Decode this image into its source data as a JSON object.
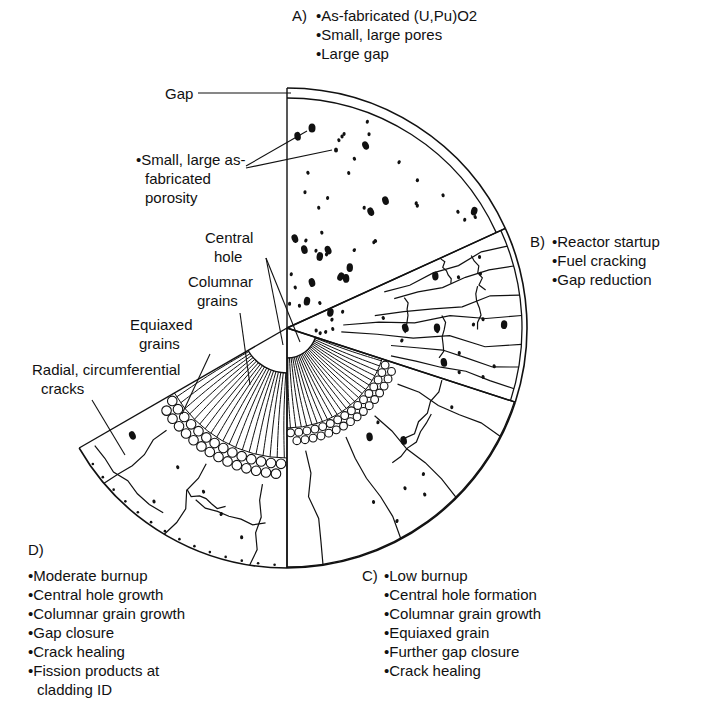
{
  "diagram": {
    "labels": [
      "A)",
      "•As-fabricated (U,Pu)O2",
      "•Small, large pores",
      "•Large gap",
      "Gap",
      "•Small, large as-fabricated porosity",
      "Central hole",
      "Columnar grains",
      "Equiaxed grains",
      "Radial, circumferential cracks",
      "B)",
      "•Reactor startup",
      "•Fuel cracking",
      "•Gap reduction",
      "C)",
      "•Low burnup",
      "•Central hole formation",
      "•Columnar grain growth",
      "•Equiaxed grain",
      "•Further gap closure",
      "•Crack healing",
      "D)",
      "•Moderate burnup",
      "•Central hole growth",
      "•Columnar grain growth",
      "•Gap closure",
      "•Crack healing",
      "•Fission products at cladding ID"
    ]
  }
}
